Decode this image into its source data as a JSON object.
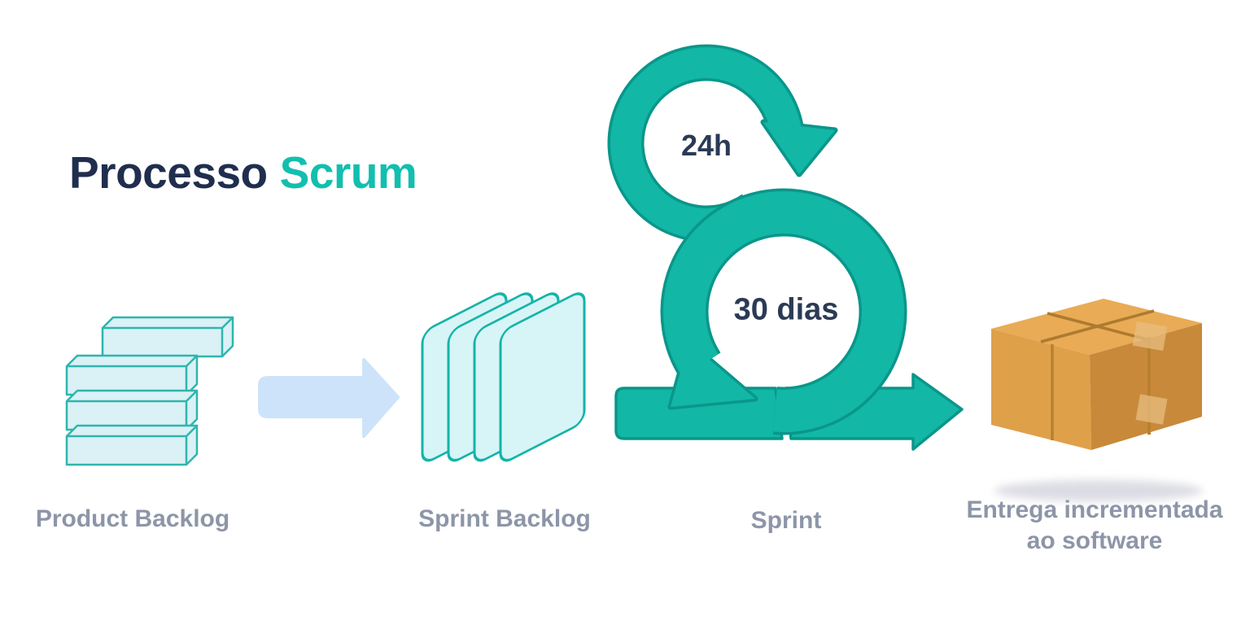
{
  "title": {
    "prefix": "Processo",
    "highlight": "Scrum"
  },
  "sprint_icon": {
    "daily_loop_label": "24h",
    "sprint_loop_label": "30 dias"
  },
  "labels": {
    "product_backlog": "Product Backlog",
    "sprint_backlog": "Sprint Backlog",
    "sprint": "Sprint",
    "delivery_line1": "Entrega incrementada",
    "delivery_line2": "ao software"
  },
  "icons": {
    "product_backlog": "brick-stack-icon",
    "flow": "right-arrow-icon",
    "sprint_backlog": "stacked-cards-icon",
    "sprint": "double-loop-arrow-icon",
    "delivery": "package-box-icon"
  },
  "colors": {
    "teal_fill": "#12b7a6",
    "teal_outline": "#0a968a",
    "title_navy": "#202e4e",
    "title_teal": "#12bfae",
    "loop_text_navy": "#2b3a55",
    "caption_gray": "#8d95a8",
    "flow_arrow_blue": "#cde3fa",
    "brick_fill": "#daf1f5",
    "brick_stroke": "#2fb5ae",
    "card_fill": "#d7f5f6",
    "card_stroke": "#16b3a9",
    "box_top": "#e9ab55",
    "box_left": "#dfa04a",
    "box_right": "#c8893a",
    "box_seam": "#ad7a2f",
    "shadow_gray": "#dcdce4"
  }
}
